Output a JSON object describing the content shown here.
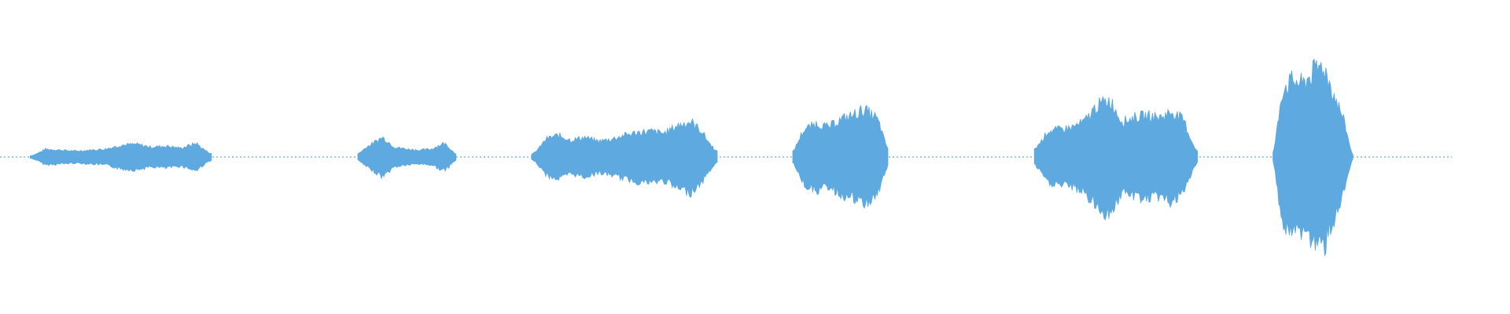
{
  "waveform": {
    "color": "#5eaae0",
    "segments": [
      {
        "name": "waveform-segment-1",
        "start": 0.02,
        "end": 0.14,
        "env": [
          0.02,
          0.08,
          0.07,
          0.06,
          0.07,
          0.08,
          0.12,
          0.13,
          0.1,
          0.11,
          0.09,
          0.14,
          0.06
        ]
      },
      {
        "name": "waveform-segment-2",
        "start": 0.237,
        "end": 0.302,
        "env": [
          0.06,
          0.12,
          0.2,
          0.1,
          0.08,
          0.07,
          0.08,
          0.14,
          0.06
        ]
      },
      {
        "name": "waveform-segment-3",
        "start": 0.352,
        "end": 0.475,
        "env": [
          0.04,
          0.18,
          0.22,
          0.17,
          0.2,
          0.16,
          0.18,
          0.22,
          0.25,
          0.26,
          0.24,
          0.32,
          0.36,
          0.24,
          0.1
        ]
      },
      {
        "name": "waveform-segment-4",
        "start": 0.525,
        "end": 0.588,
        "env": [
          0.1,
          0.28,
          0.34,
          0.3,
          0.38,
          0.42,
          0.48,
          0.4,
          0.16
        ]
      },
      {
        "name": "waveform-segment-5",
        "start": 0.685,
        "end": 0.793,
        "env": [
          0.14,
          0.26,
          0.28,
          0.3,
          0.36,
          0.52,
          0.58,
          0.36,
          0.4,
          0.42,
          0.4,
          0.46,
          0.36,
          0.1
        ]
      },
      {
        "name": "waveform-segment-6",
        "start": 0.843,
        "end": 0.896,
        "env": [
          0.08,
          0.7,
          0.78,
          0.74,
          0.86,
          0.94,
          0.66,
          0.4,
          0.04
        ]
      }
    ]
  }
}
